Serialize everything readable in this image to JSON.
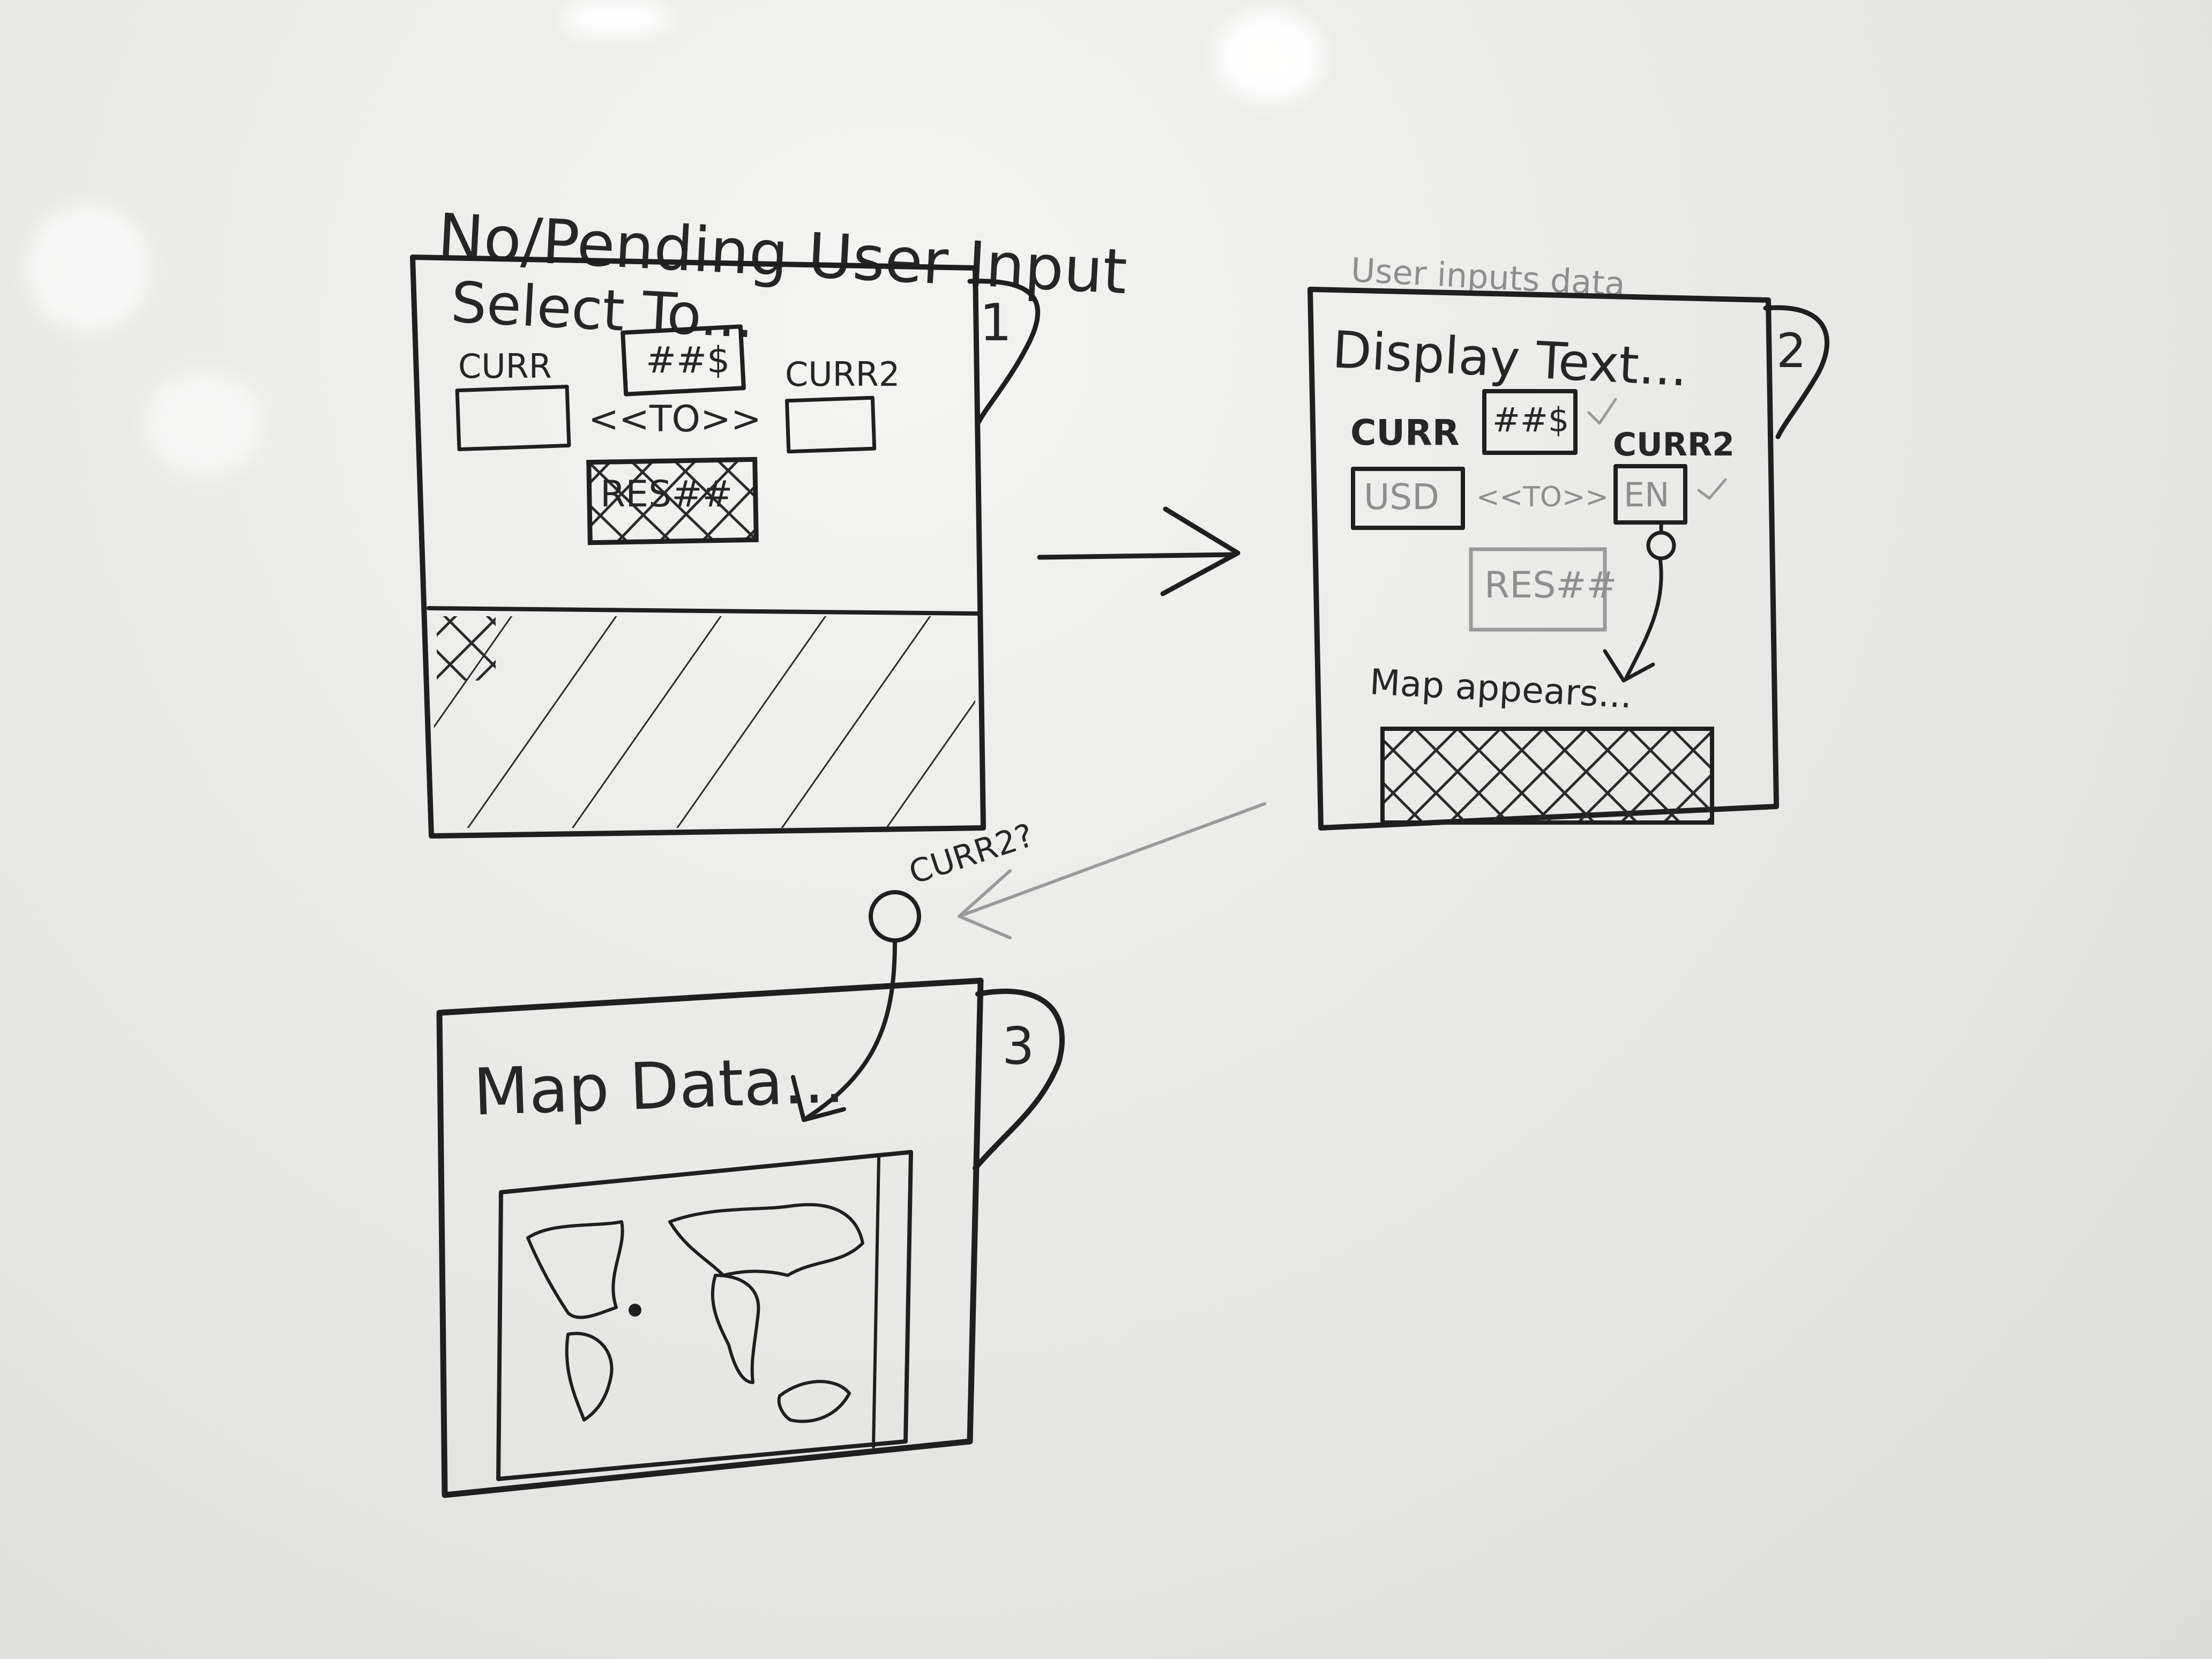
{
  "frames": [
    {
      "number": "1",
      "caption": "No/Pending User Input",
      "title": "Select To...",
      "field_left_label": "CURR",
      "field_right_label": "CURR2",
      "amount_button": "##$",
      "to_label": "<<TO>>",
      "result_box": "RES##"
    },
    {
      "number": "2",
      "caption": "User inputs data",
      "title": "Display Text...",
      "field_left_label": "CURR",
      "field_right_label": "CURR2",
      "amount_button": "##$",
      "to_label": "<<TO>>",
      "left_value": "USD",
      "right_value": "EN",
      "result_box": "RES##",
      "note": "Map appears..."
    },
    {
      "number": "3",
      "title": "Map Data..."
    }
  ],
  "connector_note": "CURR2?",
  "colors": {
    "ink": "#1f1f1f",
    "faint_ink": "#9a9a9a",
    "board": "#e9e9e7"
  }
}
